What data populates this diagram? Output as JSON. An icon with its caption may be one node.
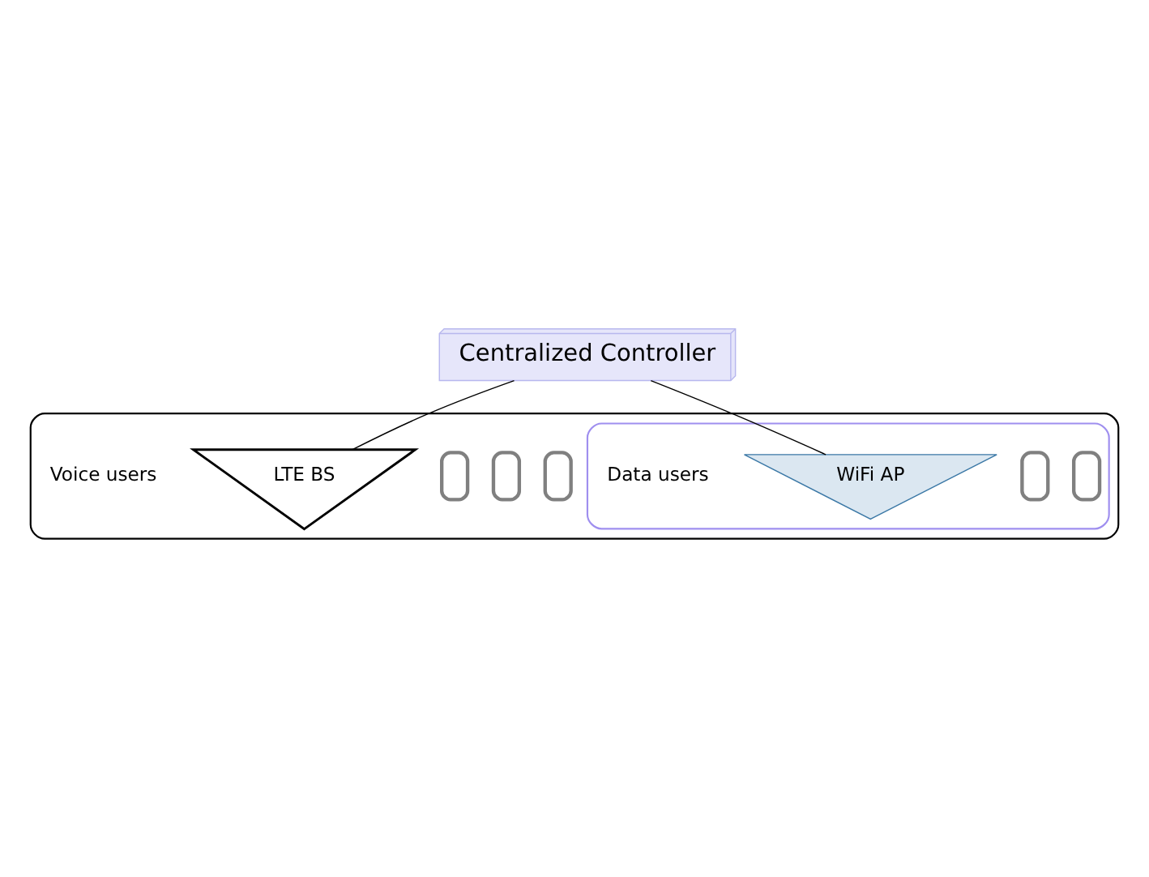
{
  "diagram": {
    "nodes": [
      {
        "text": [
          "Centralized Controller"
        ]
      },
      {
        "text": [],
        "shape": "ellipse"
      },
      {
        "text": [],
        "shape": "phone",
        "in": 1
      },
      {
        "text": [],
        "shape": "phone",
        "in": 1
      },
      {
        "text": [],
        "shape": "phone",
        "in": 1
      },
      {
        "text": [
          "LTE BS"
        ],
        "in": 1
      },
      {
        "text": [],
        "shape": "ellipse",
        "in": 1
      },
      {
        "text": [],
        "shape": "phone",
        "in": 6
      },
      {
        "text": [],
        "shape": "phone",
        "in": 6
      },
      {
        "text": [
          "WiFi AP"
        ],
        "in": 6
      }
    ],
    "edges": [
      {
        "from": 0,
        "to": 5,
        "arrow": "none"
      },
      {
        "from": 0,
        "to": 9,
        "arrow": "none"
      }
    ],
    "labels": [
      "Voice users",
      "Data users"
    ]
  }
}
